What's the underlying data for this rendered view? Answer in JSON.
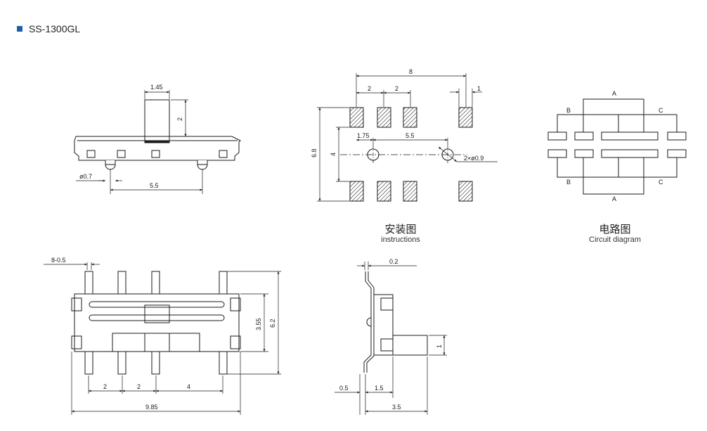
{
  "product": {
    "model": "SS-1300GL"
  },
  "colors": {
    "bullet": "#1f5fa8",
    "line": "#1a1a1a"
  },
  "side_view": {
    "dim_top_width": "1.45",
    "dim_height": "2",
    "dim_hole_dia": "ø0.7",
    "dim_pitch": "5.5"
  },
  "pcb_layout": {
    "dim_overall": "8",
    "dim_pitch_a": "2",
    "dim_pitch_b": "2",
    "dim_pad": "1",
    "dim_offset": "1.75",
    "dim_hole_pitch": "5.5",
    "dim_hole": "2×ø0.9",
    "dim_row_span": "6.8",
    "dim_inner": "4"
  },
  "circuit": {
    "label_a_top": "A",
    "label_b_top": "B",
    "label_c_top": "C",
    "label_b_bottom": "B",
    "label_c_bottom": "C",
    "label_a_bottom": "A"
  },
  "captions": {
    "instructions_zh": "安装图",
    "instructions_en": "instructions",
    "circuit_zh": "电路图",
    "circuit_en": "Circuit diagram"
  },
  "top_view": {
    "dim_knob": "8-0.5",
    "dim_height_inner": "3.55",
    "dim_height_total": "6.2",
    "dim_pitch_1": "2",
    "dim_pitch_2": "2",
    "dim_pitch_3": "4",
    "dim_total_width": "9.85"
  },
  "end_view": {
    "dim_thickness": "0.2",
    "dim_offset": "0.5",
    "dim_body": "1.5",
    "dim_total": "3.5",
    "dim_knob": "1"
  }
}
